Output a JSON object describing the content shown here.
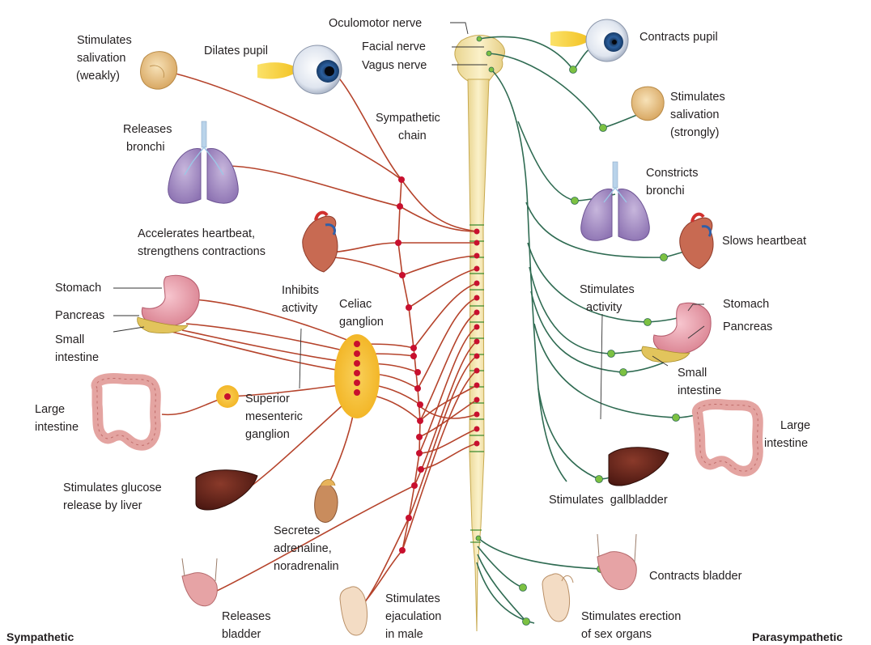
{
  "colors": {
    "sympathetic": "#b5432b",
    "parasympathetic": "#2f6b52",
    "sympathetic_node": "#c8102e",
    "parasympathetic_node": "#7cc142",
    "spinal_cord": "#f4e6b4",
    "ganglion": "#f6c342"
  },
  "sides": {
    "left": "Sympathetic",
    "right": "Parasympathetic"
  },
  "nerves": {
    "oculomotor": "Oculomotor nerve",
    "facial": "Facial nerve",
    "vagus": "Vagus nerve"
  },
  "sympathetic_labels": {
    "salivation": [
      "Stimulates",
      "salivation",
      "(weakly)"
    ],
    "pupil": "Dilates pupil",
    "bronchi": [
      "Releases",
      "bronchi"
    ],
    "heart": [
      "Accelerates heartbeat,",
      "strengthens contractions"
    ],
    "chain": [
      "Sympathetic",
      "chain"
    ],
    "stomach": "Stomach",
    "pancreas": "Pancreas",
    "small_intestine": [
      "Small",
      "intestine"
    ],
    "inhibits": [
      "Inhibits",
      "activity"
    ],
    "celiac": [
      "Celiac",
      "ganglion"
    ],
    "large_intestine": [
      "Large",
      "intestine"
    ],
    "superior": [
      "Superior",
      "mesenteric",
      "ganglion"
    ],
    "liver": [
      "Stimulates glucose",
      "release by liver"
    ],
    "adrenal": [
      "Secretes",
      "adrenaline,",
      "noradrenalin"
    ],
    "bladder": [
      "Releases",
      "bladder"
    ],
    "ejaculation": [
      "Stimulates",
      "ejaculation",
      "in male"
    ]
  },
  "parasympathetic_labels": {
    "pupil": "Contracts pupil",
    "salivation": [
      "Stimulates",
      "salivation",
      "(strongly)"
    ],
    "bronchi": [
      "Constricts",
      "bronchi"
    ],
    "heart": "Slows heartbeat",
    "activity": [
      "Stimulates",
      "activity"
    ],
    "stomach": "Stomach",
    "pancreas": "Pancreas",
    "small_intestine": [
      "Small",
      "intestine"
    ],
    "large_intestine": [
      "Large",
      "intestine"
    ],
    "gallbladder": "Stimulates  gallbladder",
    "bladder": "Contracts bladder",
    "erection": [
      "Stimulates erection",
      "of sex organs"
    ]
  }
}
